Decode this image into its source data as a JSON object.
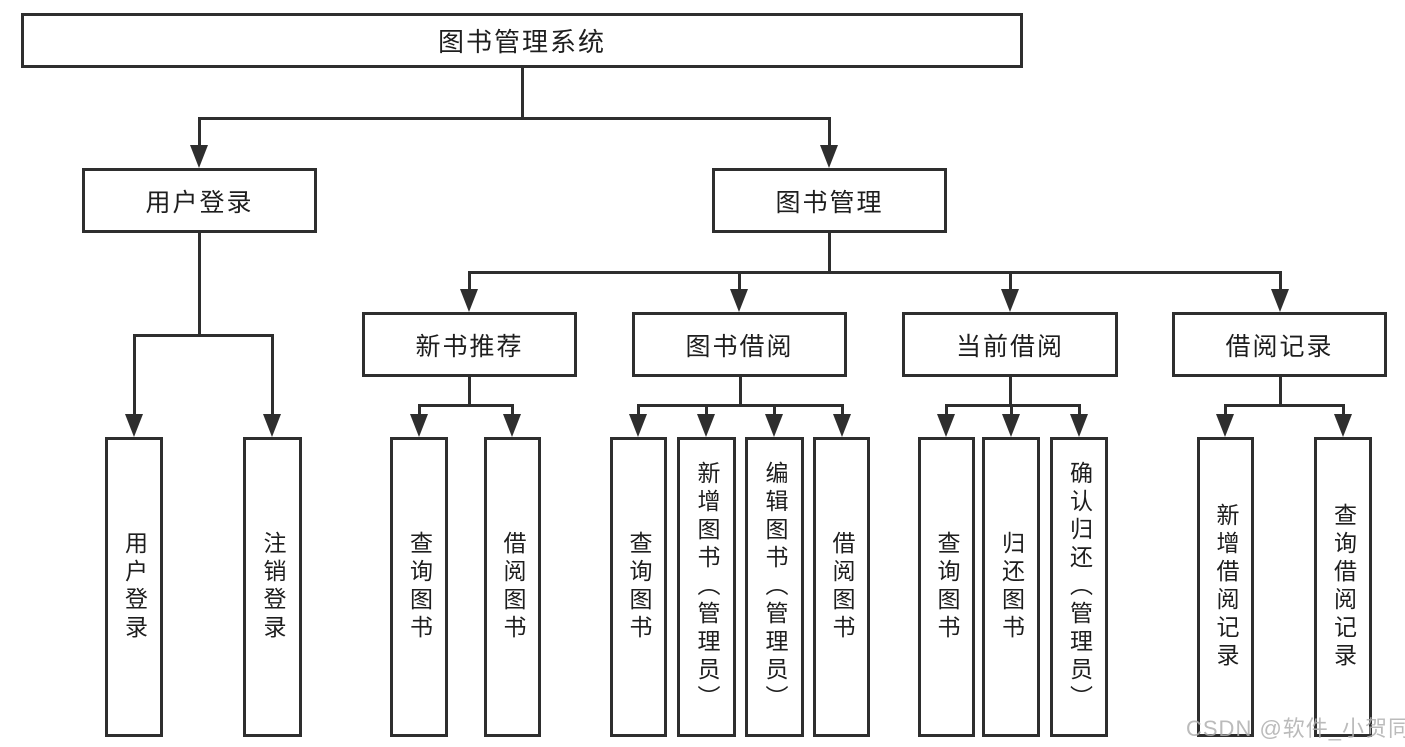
{
  "watermark": "CSDN @软件_小贺同学",
  "colors": {
    "line": "#2e2e2e",
    "text": "#1e1e1e",
    "watermark": "#b0b0b0"
  },
  "tree": {
    "root": "图书管理系统",
    "children": [
      {
        "label": "用户登录",
        "children": [
          {
            "label": "用户登录"
          },
          {
            "label": "注销登录"
          }
        ]
      },
      {
        "label": "图书管理",
        "children": [
          {
            "label": "新书推荐",
            "children": [
              {
                "label": "查询图书"
              },
              {
                "label": "借阅图书"
              }
            ]
          },
          {
            "label": "图书借阅",
            "children": [
              {
                "label": "查询图书"
              },
              {
                "label": "新增图书（管理员）"
              },
              {
                "label": "编辑图书（管理员）"
              },
              {
                "label": "借阅图书"
              }
            ]
          },
          {
            "label": "当前借阅",
            "children": [
              {
                "label": "查询图书"
              },
              {
                "label": "归还图书"
              },
              {
                "label": "确认归还（管理员）"
              }
            ]
          },
          {
            "label": "借阅记录",
            "children": [
              {
                "label": "新增借阅记录"
              },
              {
                "label": "查询借阅记录"
              }
            ]
          }
        ]
      }
    ]
  }
}
